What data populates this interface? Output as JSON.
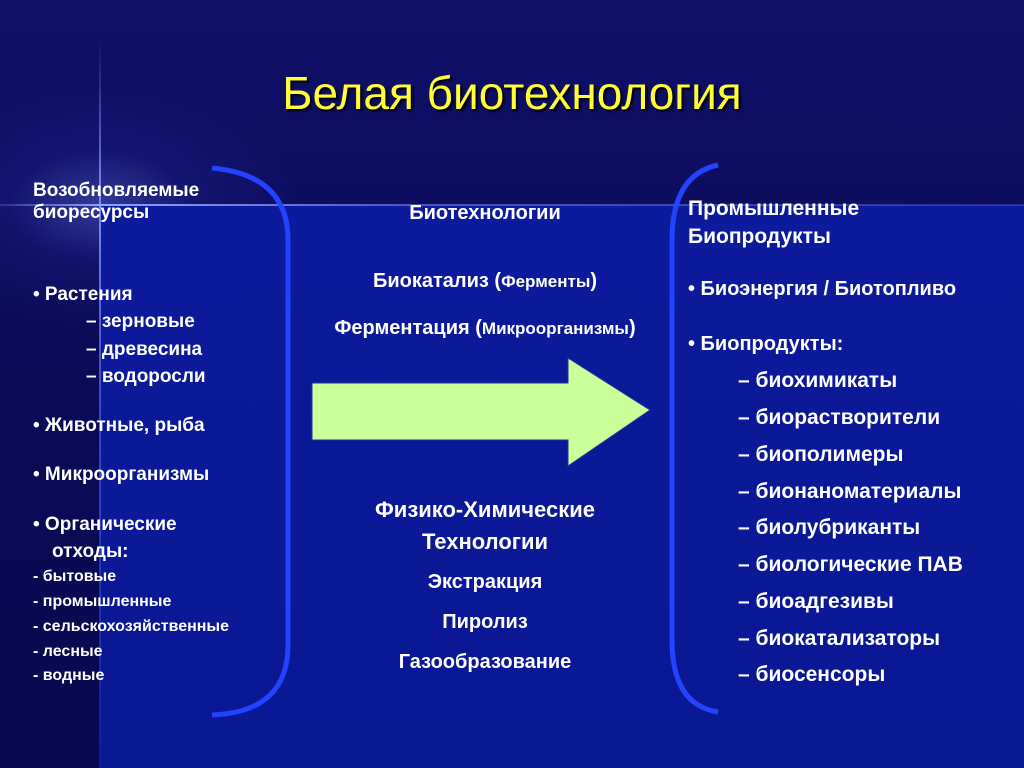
{
  "title": "Белая биотехнология",
  "colors": {
    "title": "#ffff33",
    "arrow": "#ccff99",
    "brackets": "#2244ff",
    "text": "#ffffff"
  },
  "left": {
    "heading": [
      "Возобновляемые",
      "биоресурсы"
    ],
    "plants": "• Растения",
    "plant_items": [
      "– зерновые",
      "– древесина",
      "– водоросли"
    ],
    "animals": "• Животные, рыба",
    "microorganisms": "• Микроорганизмы",
    "organic": [
      "• Органические",
      "отходы:"
    ],
    "waste_items": [
      "- бытовые",
      "- промышленные",
      "- сельскохозяйственные",
      "- лесные",
      "- водные"
    ]
  },
  "center": {
    "heading": "Биотехнологии",
    "biocatalysis": {
      "main": "Биокатализ (",
      "small": "Ферменты",
      "close": ")"
    },
    "fermentation": {
      "main": "Ферментация (",
      "small": "Микроорганизмы",
      "close": ")"
    },
    "phys_heading": [
      "Физико-Химические",
      "Технологии"
    ],
    "methods": [
      "Экстракция",
      "Пиролиз",
      "Газообразование"
    ]
  },
  "right": {
    "heading": [
      "Промышленные",
      "Биопродукты"
    ],
    "bioenergy": "• Биоэнергия / Биотопливо",
    "bioproducts": "• Биопродукты:",
    "items": [
      "– биохимикаты",
      "– биорастворители",
      "– биополимеры",
      "– бионаноматериалы",
      "– биолубриканты",
      "– биологические ПАВ",
      "– биоадгезивы",
      "– биокатализаторы",
      "– биосенсоры"
    ]
  }
}
